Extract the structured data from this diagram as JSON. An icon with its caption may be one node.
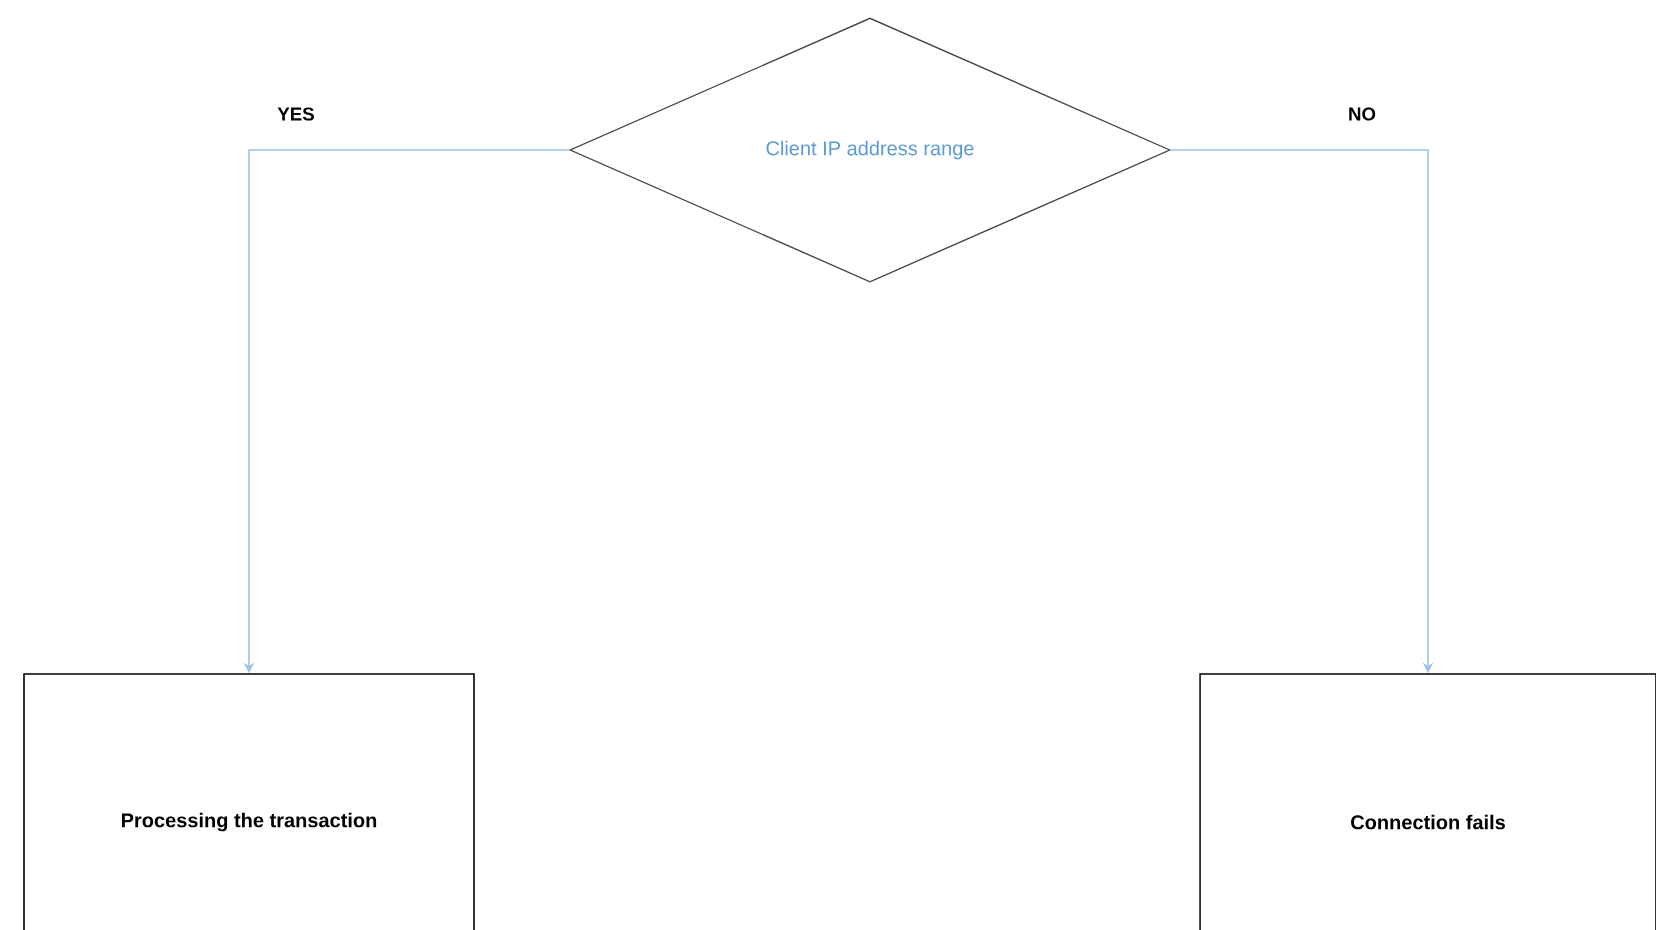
{
  "diagram": {
    "nodes": [
      {
        "text": [
          "Client IP address range"
        ]
      },
      {
        "text": [
          "Processing the transaction"
        ]
      },
      {
        "text": [
          "Connection fails"
        ]
      }
    ],
    "edges": [
      {
        "from": 0,
        "to": 1,
        "arrow": "to",
        "label": "YES"
      },
      {
        "from": 0,
        "to": 2,
        "arrow": "to",
        "label": "NO"
      }
    ]
  }
}
